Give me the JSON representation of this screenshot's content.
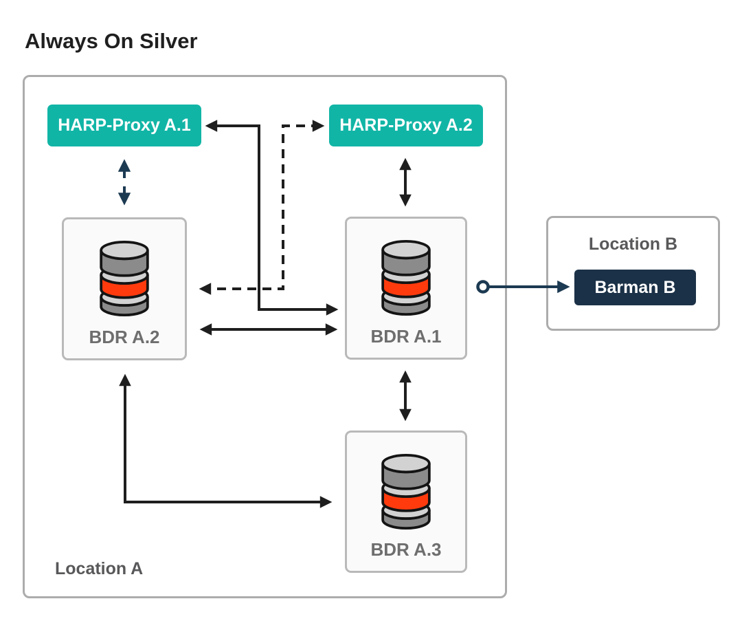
{
  "title": "Always On Silver",
  "locations": {
    "a": {
      "label": "Location A"
    },
    "b": {
      "label": "Location B"
    }
  },
  "nodes": {
    "harp_proxy_a1": {
      "label": "HARP-Proxy A.1",
      "type": "proxy"
    },
    "harp_proxy_a2": {
      "label": "HARP-Proxy A.2",
      "type": "proxy"
    },
    "bdr_a2": {
      "label": "BDR A.2",
      "type": "database"
    },
    "bdr_a1": {
      "label": "BDR A.1",
      "type": "database"
    },
    "bdr_a3": {
      "label": "BDR A.3",
      "type": "database"
    },
    "barman_b": {
      "label": "Barman B",
      "type": "backup"
    }
  },
  "edges": [
    {
      "from": "HARP-Proxy A.1",
      "to": "BDR A.2",
      "style": "navy-split-dashed",
      "bidirectional": true
    },
    {
      "from": "HARP-Proxy A.1",
      "to": "BDR A.1",
      "style": "solid-elbow",
      "bidirectional": true
    },
    {
      "from": "HARP-Proxy A.2",
      "to": "BDR A.2",
      "style": "dashed-elbow",
      "bidirectional": true
    },
    {
      "from": "HARP-Proxy A.2",
      "to": "BDR A.1",
      "style": "solid",
      "bidirectional": true
    },
    {
      "from": "BDR A.2",
      "to": "BDR A.1",
      "style": "solid",
      "bidirectional": true
    },
    {
      "from": "BDR A.1",
      "to": "BDR A.3",
      "style": "solid",
      "bidirectional": true
    },
    {
      "from": "BDR A.2",
      "to": "BDR A.3",
      "style": "solid-elbow",
      "bidirectional": true
    },
    {
      "from": "BDR A.1",
      "to": "Barman B",
      "style": "navy-solid-dot-origin",
      "bidirectional": false
    }
  ],
  "colors": {
    "background": "#FFFFFF",
    "teal": "#11B5A6",
    "navy": "#1B3147",
    "navy_arrow": "#1C3A52",
    "arrow_black": "#1E1E1E",
    "title_text": "#1F1F1F",
    "location_border": "#ACACAC",
    "location_label": "#58585A",
    "node_box_border": "#B9B9B9",
    "node_box_fill": "#FAFAFA",
    "node_label": "#6E6E6E",
    "db_gray": "#8B8B8B",
    "db_light": "#D2D2D2",
    "db_orange": "#FF3B0D",
    "db_outline": "#141414"
  }
}
